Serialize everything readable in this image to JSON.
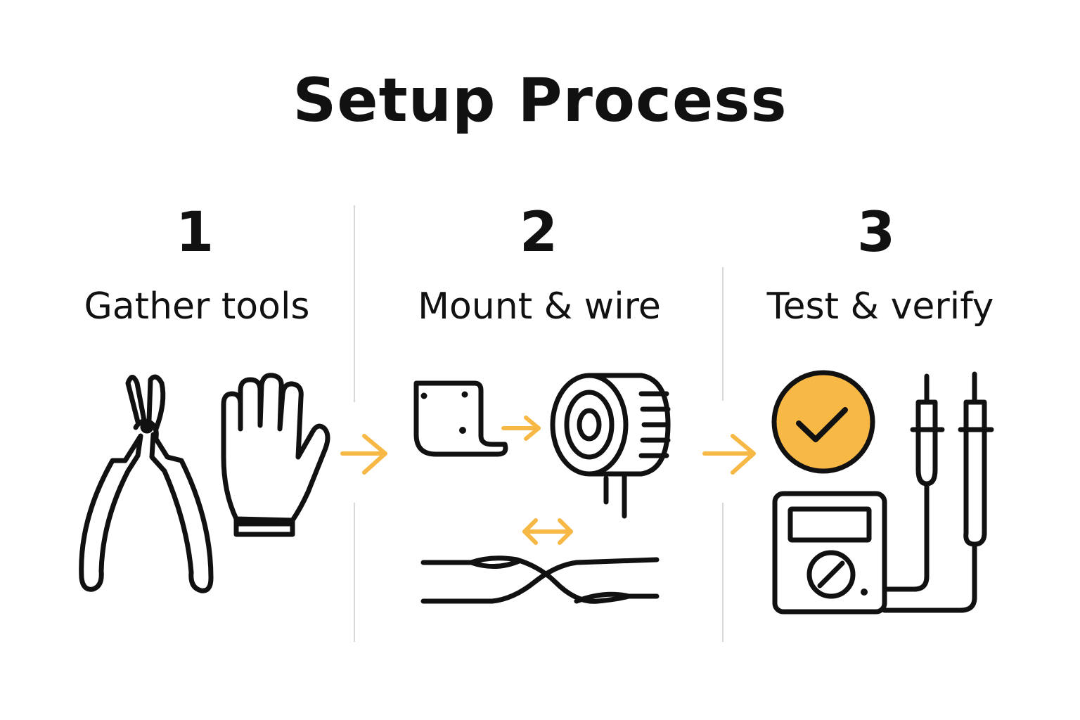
{
  "title": "Setup Process",
  "accent_color": "#f8b845",
  "line_color": "#111111",
  "steps": [
    {
      "number": "1",
      "label": "Gather tools",
      "icons": [
        "pliers-icon",
        "glove-icon"
      ]
    },
    {
      "number": "2",
      "label": "Mount & wire",
      "icons": [
        "mounting-bracket-icon",
        "siren-device-icon",
        "twisted-wires-icon"
      ]
    },
    {
      "number": "3",
      "label": "Test & verify",
      "icons": [
        "checkmark-circle-icon",
        "multimeter-icon",
        "test-probes-icon"
      ]
    }
  ]
}
